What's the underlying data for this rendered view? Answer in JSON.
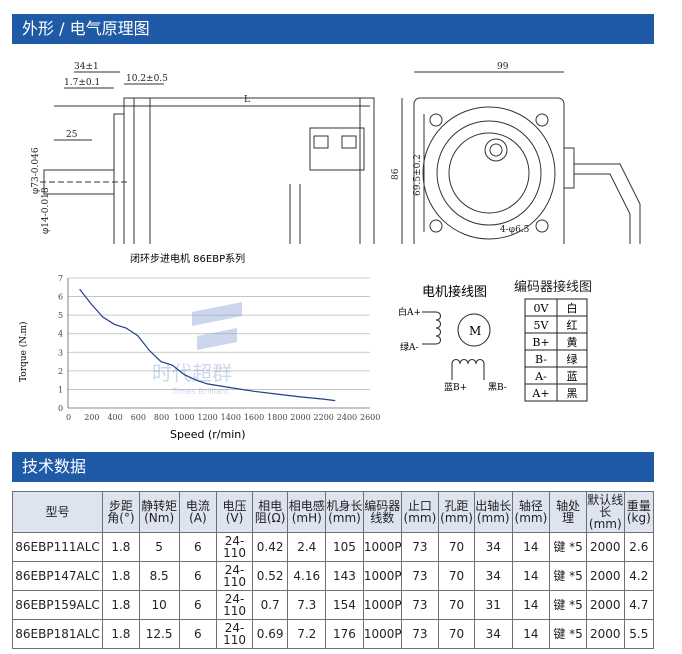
{
  "section1_title": "外形 / 电气原理图",
  "section2_title": "技术数据",
  "drawing": {
    "dim_L": "L",
    "dim_34": "34±1",
    "dim_17": "1.7±0.1",
    "dim_10": "10.2±0.5",
    "dim_25": "25",
    "dim_d73": "φ73-0.046",
    "dim_d14": "φ14-0.018",
    "dim_99": "99",
    "dim_86": "86",
    "dim_695": "69.5±0.2",
    "dim_holes": "4-φ6.5"
  },
  "chart_data": {
    "type": "line",
    "title": "闭环步进电机 86EBP系列",
    "xlabel": "Speed (r/min)",
    "ylabel": "Torque (N.m)",
    "xlim": [
      0,
      2600
    ],
    "ylim": [
      0,
      7
    ],
    "xticks": [
      0,
      200,
      400,
      600,
      800,
      1000,
      1200,
      1400,
      1600,
      1800,
      2000,
      2200,
      2400,
      2600
    ],
    "yticks": [
      0,
      1,
      2,
      3,
      4,
      5,
      6,
      7
    ],
    "grid": true,
    "series": [
      {
        "x": [
          100,
          200,
          300,
          400,
          500,
          600,
          700,
          800,
          900,
          1000,
          1100,
          1200,
          1400,
          1600,
          1800,
          2000,
          2200,
          2300
        ],
        "y": [
          6.4,
          5.6,
          4.9,
          4.5,
          4.3,
          3.9,
          3.1,
          2.5,
          2.3,
          1.8,
          1.5,
          1.3,
          1.1,
          0.9,
          0.75,
          0.6,
          0.48,
          0.4
        ]
      }
    ]
  },
  "watermark": {
    "cn": "时代超群",
    "en": "Times Brilliant"
  },
  "motor_wiring": {
    "title": "电机接线图",
    "a_plus": "白A+",
    "a_minus": "绿A-",
    "b_plus": "蓝B+",
    "b_minus": "黑B-",
    "motor": "M"
  },
  "encoder_wiring": {
    "title": "编码器接线图",
    "rows": [
      [
        "0V",
        "白"
      ],
      [
        "5V",
        "红"
      ],
      [
        "B+",
        "黄"
      ],
      [
        "B-",
        "绿"
      ],
      [
        "A-",
        "蓝"
      ],
      [
        "A+",
        "黑"
      ]
    ]
  },
  "table": {
    "headers": [
      "型号",
      "步距角(°)",
      "静转矩(Nm)",
      "电流(A)",
      "电压(V)",
      "相电阻(Ω)",
      "相电感(mH)",
      "机身长(mm)",
      "编码器线数",
      "止口(mm)",
      "孔距(mm)",
      "出轴长(mm)",
      "轴径(mm)",
      "轴处理",
      "默认线长(mm)",
      "重量(kg)"
    ],
    "rows": [
      [
        "86EBP111ALC",
        "1.8",
        "5",
        "6",
        "24-110",
        "0.42",
        "2.4",
        "105",
        "1000P",
        "73",
        "70",
        "34",
        "14",
        "键 *5",
        "2000",
        "2.6"
      ],
      [
        "86EBP147ALC",
        "1.8",
        "8.5",
        "6",
        "24-110",
        "0.52",
        "4.16",
        "143",
        "1000P",
        "73",
        "70",
        "34",
        "14",
        "键 *5",
        "2000",
        "4.2"
      ],
      [
        "86EBP159ALC",
        "1.8",
        "10",
        "6",
        "24-110",
        "0.7",
        "7.3",
        "154",
        "1000P",
        "73",
        "70",
        "31",
        "14",
        "键 *5",
        "2000",
        "4.7"
      ],
      [
        "86EBP181ALC",
        "1.8",
        "12.5",
        "6",
        "24-110",
        "0.69",
        "7.2",
        "176",
        "1000P",
        "73",
        "70",
        "34",
        "14",
        "键 *5",
        "2000",
        "5.5"
      ]
    ]
  },
  "colors": {
    "banner": "#1f5aa6",
    "table_header": "#dde3ef",
    "curve": "#1f3f8a"
  }
}
